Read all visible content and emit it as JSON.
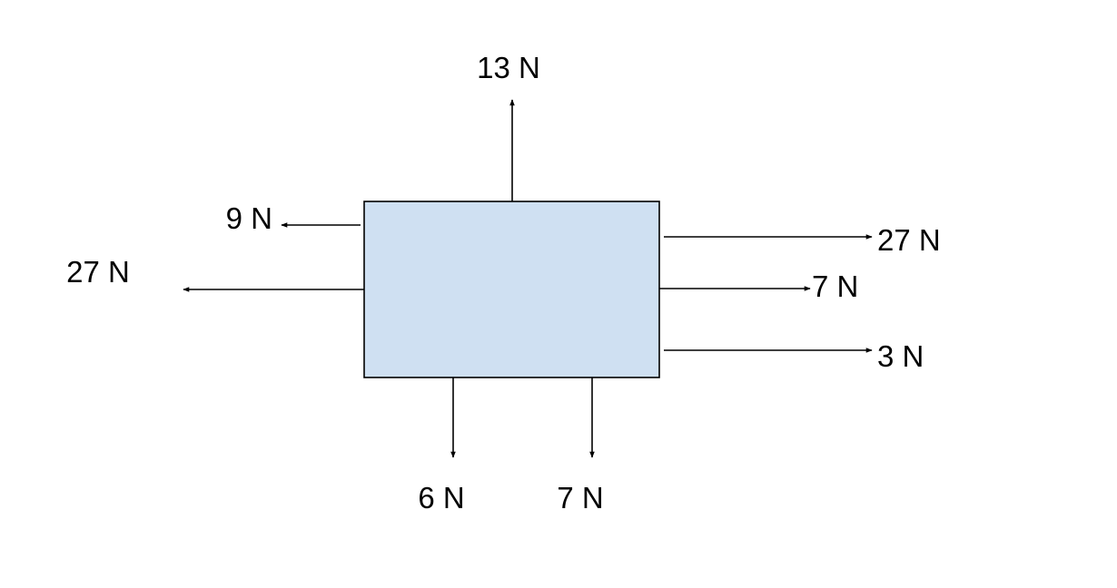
{
  "diagram": {
    "colors": {
      "block_fill": "#cfe0f2",
      "block_stroke": "#000000",
      "arrow": "#000000",
      "text": "#000000"
    },
    "forces": [
      {
        "id": "up-13",
        "label": "13 N",
        "direction": "up"
      },
      {
        "id": "left-9",
        "label": "9 N",
        "direction": "left"
      },
      {
        "id": "left-27",
        "label": "27 N",
        "direction": "left"
      },
      {
        "id": "right-27",
        "label": "27 N",
        "direction": "right"
      },
      {
        "id": "right-7",
        "label": "7 N",
        "direction": "right"
      },
      {
        "id": "right-3",
        "label": "3 N",
        "direction": "right"
      },
      {
        "id": "down-6",
        "label": "6 N",
        "direction": "down"
      },
      {
        "id": "down-7",
        "label": "7 N",
        "direction": "down"
      }
    ]
  }
}
